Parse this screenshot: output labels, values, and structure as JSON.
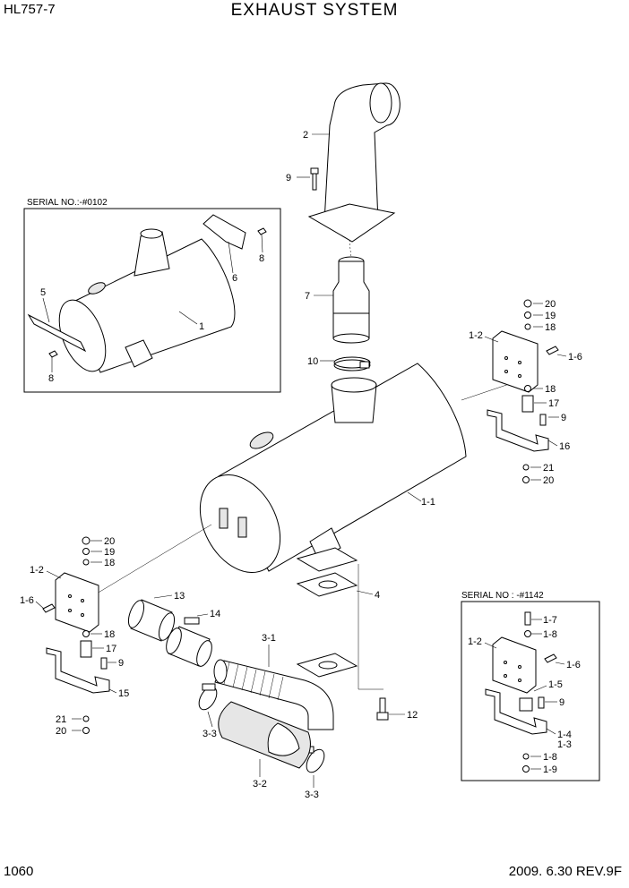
{
  "header": {
    "model": "HL757-7",
    "title": "EXHAUST SYSTEM"
  },
  "footer": {
    "page_number": "1060",
    "date_revision": "2009. 6.30  REV.9F"
  },
  "insets": {
    "serial_early": "SERIAL NO.:-#0102",
    "serial_late": "SERIAL NO : -#1142"
  },
  "callouts": {
    "c2": "2",
    "c9a": "9",
    "c7": "7",
    "c10": "10",
    "c11": "1-1",
    "c4": "4",
    "c12": "12",
    "c13": "13",
    "c14": "14",
    "c31": "3-1",
    "c32": "3-2",
    "c33a": "3-3",
    "c33b": "3-3",
    "r20a": "20",
    "r19a": "19",
    "r18a": "18",
    "r12a": "1-2",
    "r16a": "1-6",
    "r18b": "18",
    "r17a": "17",
    "r9b": "9",
    "r16": "16",
    "r21a": "21",
    "r20b": "20",
    "l20a": "20",
    "l19a": "19",
    "l18a": "18",
    "l12": "1-2",
    "l16": "1-6",
    "l18b": "18",
    "l17": "17",
    "l9": "9",
    "l15": "15",
    "l21": "21",
    "l20b": "20",
    "e5": "5",
    "e6": "6",
    "e8a": "8",
    "e1": "1",
    "e8b": "8",
    "s17": "1-7",
    "s18a": "1-8",
    "s12": "1-2",
    "s16": "1-6",
    "s15": "1-5",
    "s9": "9",
    "s14": "1-4",
    "s13": "1-3",
    "s18b": "1-8",
    "s19": "1-9"
  }
}
